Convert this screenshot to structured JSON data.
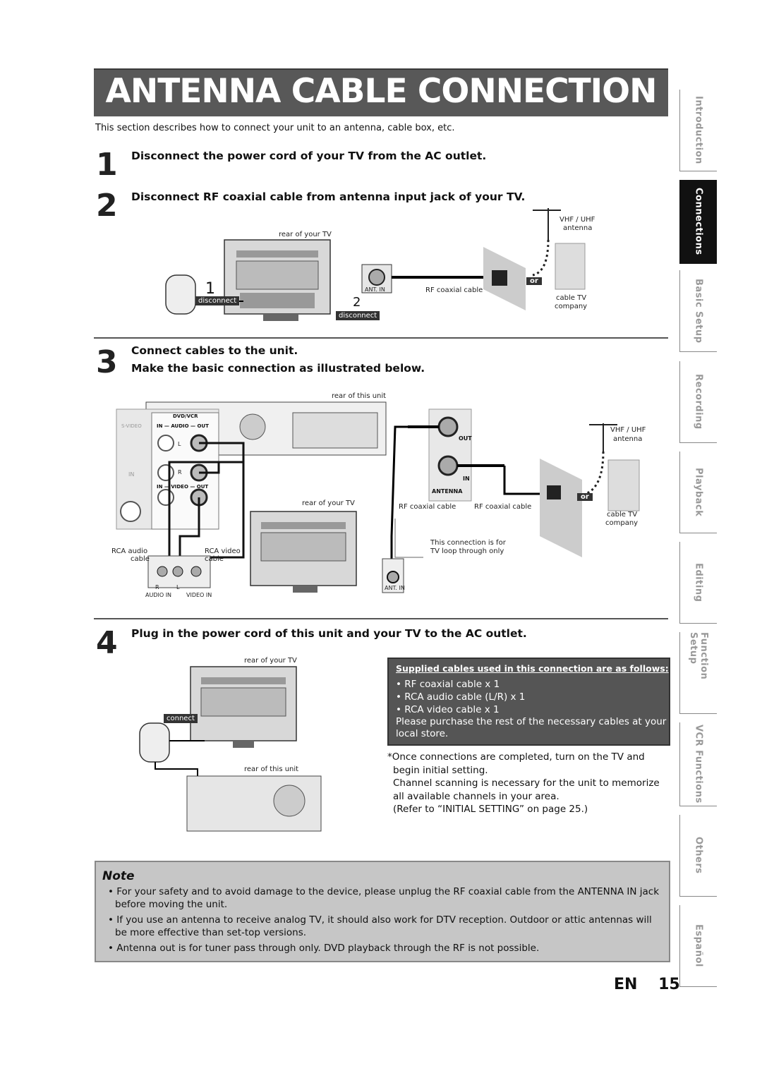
{
  "title": "ANTENNA CABLE CONNECTION",
  "intro": "This section describes how to connect your unit to an antenna, cable box, etc.",
  "steps": {
    "s1": {
      "num": "1",
      "text": "Disconnect the power cord of your TV from the AC outlet."
    },
    "s2": {
      "num": "2",
      "text": "Disconnect RF coaxial cable from antenna input jack of your TV."
    },
    "s3": {
      "num": "3",
      "line1": "Connect cables to the unit.",
      "line2": "Make the basic connection as illustrated below."
    },
    "s4": {
      "num": "4",
      "text": "Plug in the power cord of this unit and your TV to the AC outlet."
    }
  },
  "diagram1": {
    "rear_tv": "rear of your TV",
    "vhf": "VHF / UHF",
    "antenna": "antenna",
    "disconnect1": "disconnect",
    "disconnect2": "disconnect",
    "n1": "1",
    "n2": "2",
    "ant_in": "ANT. IN",
    "rf_cable": "RF coaxial cable",
    "or": "or",
    "cable_tv": "cable TV",
    "company": "company"
  },
  "diagram2": {
    "rear_unit": "rear of this unit",
    "dvd_vcr": "DVD/VCR",
    "s_video": "S-VIDEO",
    "audio_row": "IN — AUDIO — OUT",
    "video_row": "IN — VIDEO — OUT",
    "in": "IN",
    "l": "L",
    "r": "R",
    "out": "OUT",
    "in2": "IN",
    "antenna_label": "ANTENNA",
    "vhf": "VHF / UHF",
    "antenna": "antenna",
    "rear_tv": "rear of your TV",
    "rf_cable1": "RF coaxial cable",
    "rf_cable2": "RF coaxial cable",
    "or": "or",
    "cable_tv": "cable TV",
    "company": "company",
    "loop_note1": "This connection is for",
    "loop_note2": "TV loop through only",
    "rca_audio1": "RCA audio",
    "rca_audio2": "cable",
    "rca_video1": "RCA video",
    "rca_video2": "cable",
    "r_small": "R",
    "l_small": "L",
    "audio_in": "AUDIO IN",
    "video_in": "VIDEO IN",
    "ant_in": "ANT. IN"
  },
  "diagram3": {
    "rear_tv": "rear of your TV",
    "connect": "connect",
    "rear_unit": "rear of this unit"
  },
  "supplied": {
    "heading": "Supplied cables used in this connection are as follows:",
    "items": [
      "• RF coaxial cable x 1",
      "• RCA audio cable (L/R) x 1",
      "• RCA video cable x 1"
    ],
    "purchase": "Please purchase the rest of the necessary cables at your local store."
  },
  "after": {
    "line1": "*Once connections are completed, turn on the TV and",
    "line2": "begin initial setting.",
    "line3": "Channel scanning is necessary for the unit to memorize",
    "line4": "all available channels in your area.",
    "line5": "(Refer to “INITIAL SETTING” on page 25.)"
  },
  "note": {
    "title": "Note",
    "items": [
      "• For your safety and to avoid damage to the device, please unplug the RF coaxial cable from the ANTENNA IN jack before moving the unit.",
      "• If you use an antenna to receive analog TV, it should also work for DTV reception. Outdoor or attic antennas will be more effective than set-top versions.",
      "• Antenna out is for tuner pass through only. DVD playback through the RF is not possible."
    ]
  },
  "footer": {
    "lang": "EN",
    "page": "15"
  },
  "side_tabs": [
    "Introduction",
    "Connections",
    "Basic Setup",
    "Recording",
    "Playback",
    "Editing",
    "Function Setup",
    "VCR Functions",
    "Others",
    "Español"
  ],
  "active_tab": "Connections"
}
